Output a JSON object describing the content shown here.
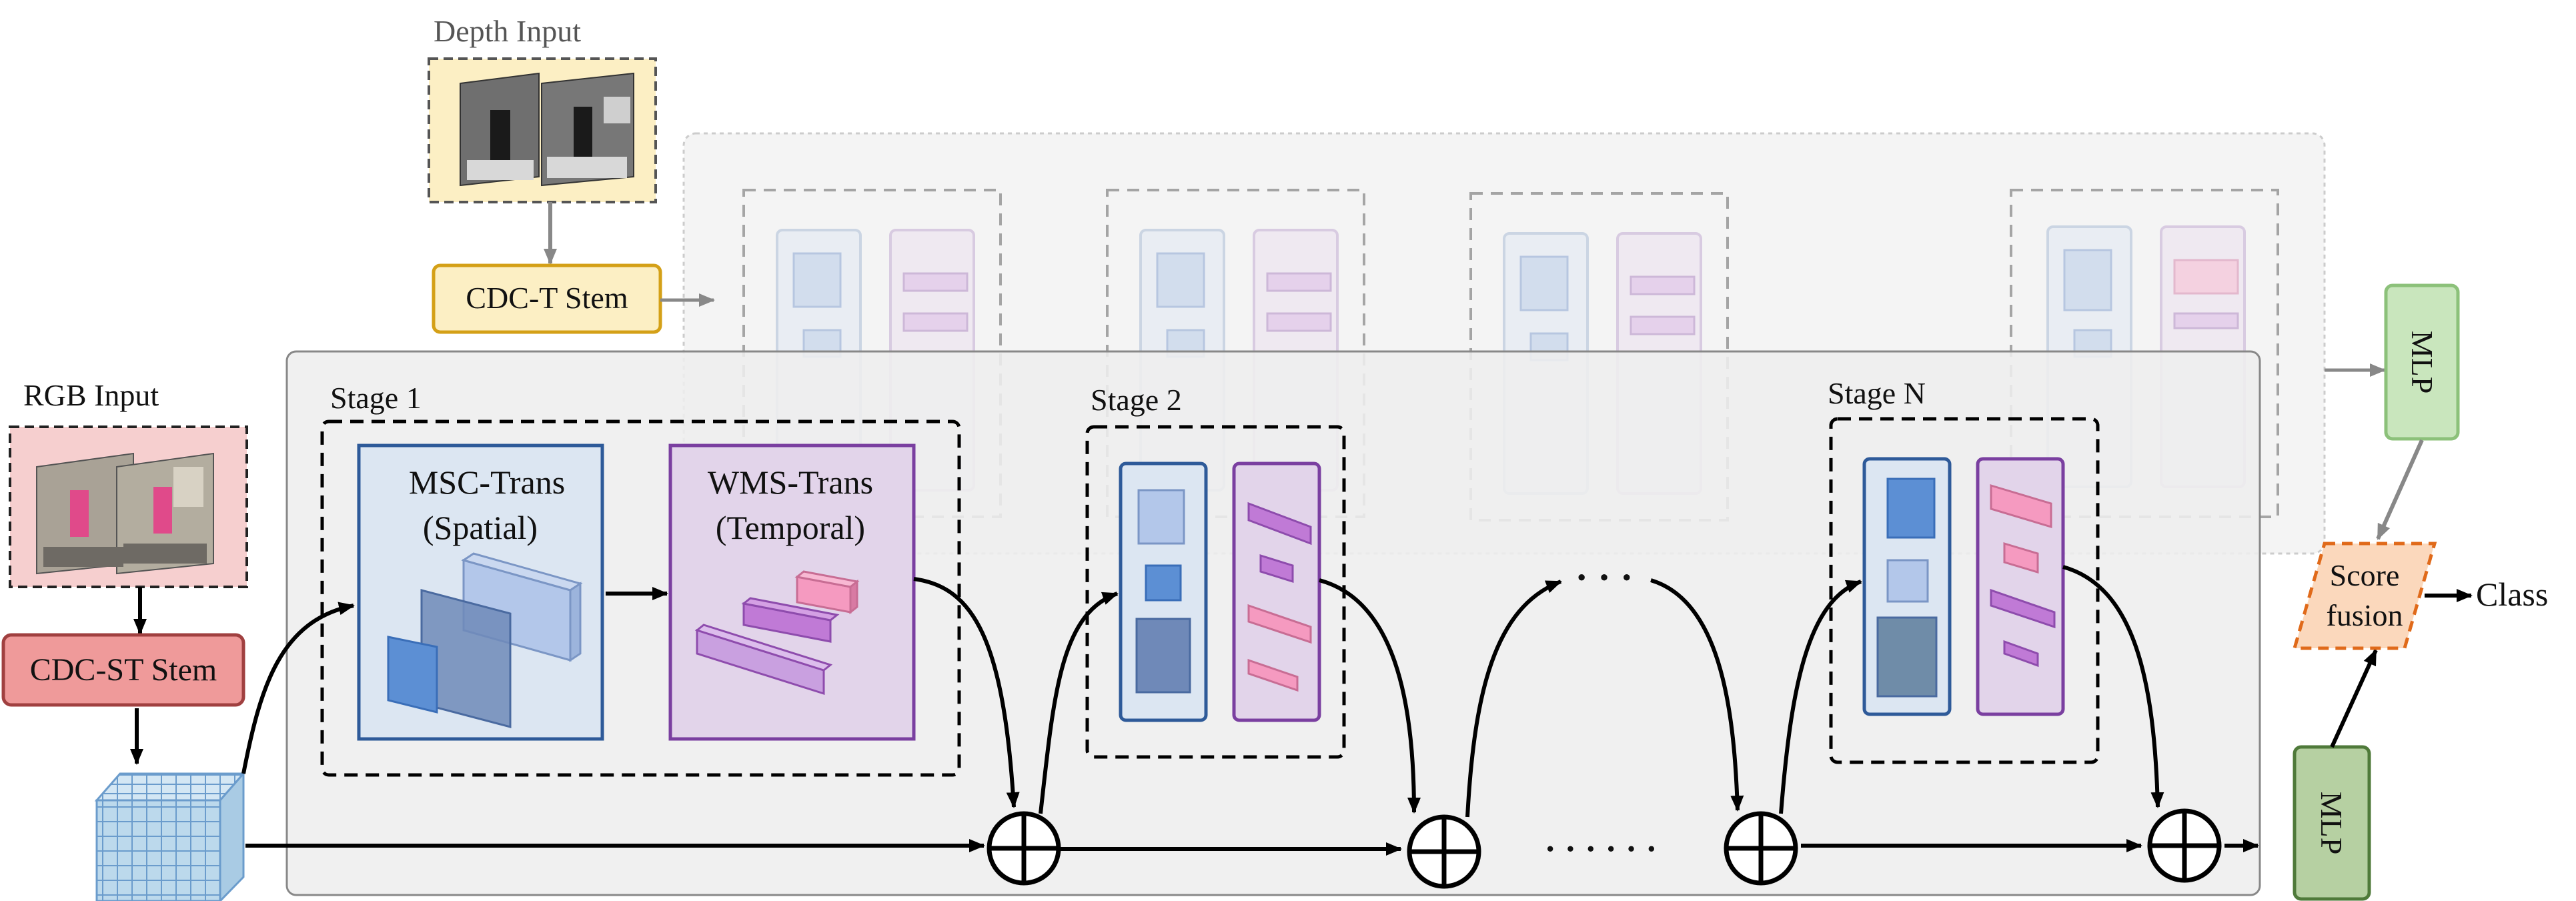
{
  "depth_branch": {
    "title": "Depth Input",
    "stem": "CDC-T Stem",
    "mlp": "MLP"
  },
  "rgb_branch": {
    "title": "RGB Input",
    "stem": "CDC-ST Stem",
    "mlp": "MLP"
  },
  "stages": {
    "stage1": {
      "label": "Stage 1",
      "spatial_line1": "MSC-Trans",
      "spatial_line2": "(Spatial)",
      "temporal_line1": "WMS-Trans",
      "temporal_line2": "(Temporal)"
    },
    "stage2": {
      "label": "Stage 2"
    },
    "stageN": {
      "label": "Stage N"
    }
  },
  "ellipsis_upper": "· · ·",
  "ellipsis_lower": "· · · · · ·",
  "fusion": {
    "line1": "Score",
    "line2": "fusion"
  },
  "output": "Class",
  "colors": {
    "depth_fill": "#fcefc4",
    "depth_border": "#d4a017",
    "rgb_fill": "#f6cfcf",
    "rgb_border": "#a04040",
    "spatial_fill": "#dce6f2",
    "spatial_border": "#2e5a99",
    "temporal_fill": "#e2d4ea",
    "temporal_border": "#7a3fa0",
    "mlp_depth": "#c9e6bd",
    "mlp_rgb": "#b6d0a2",
    "fusion_fill": "#fbd8bc",
    "fusion_border": "#e06a1a"
  }
}
